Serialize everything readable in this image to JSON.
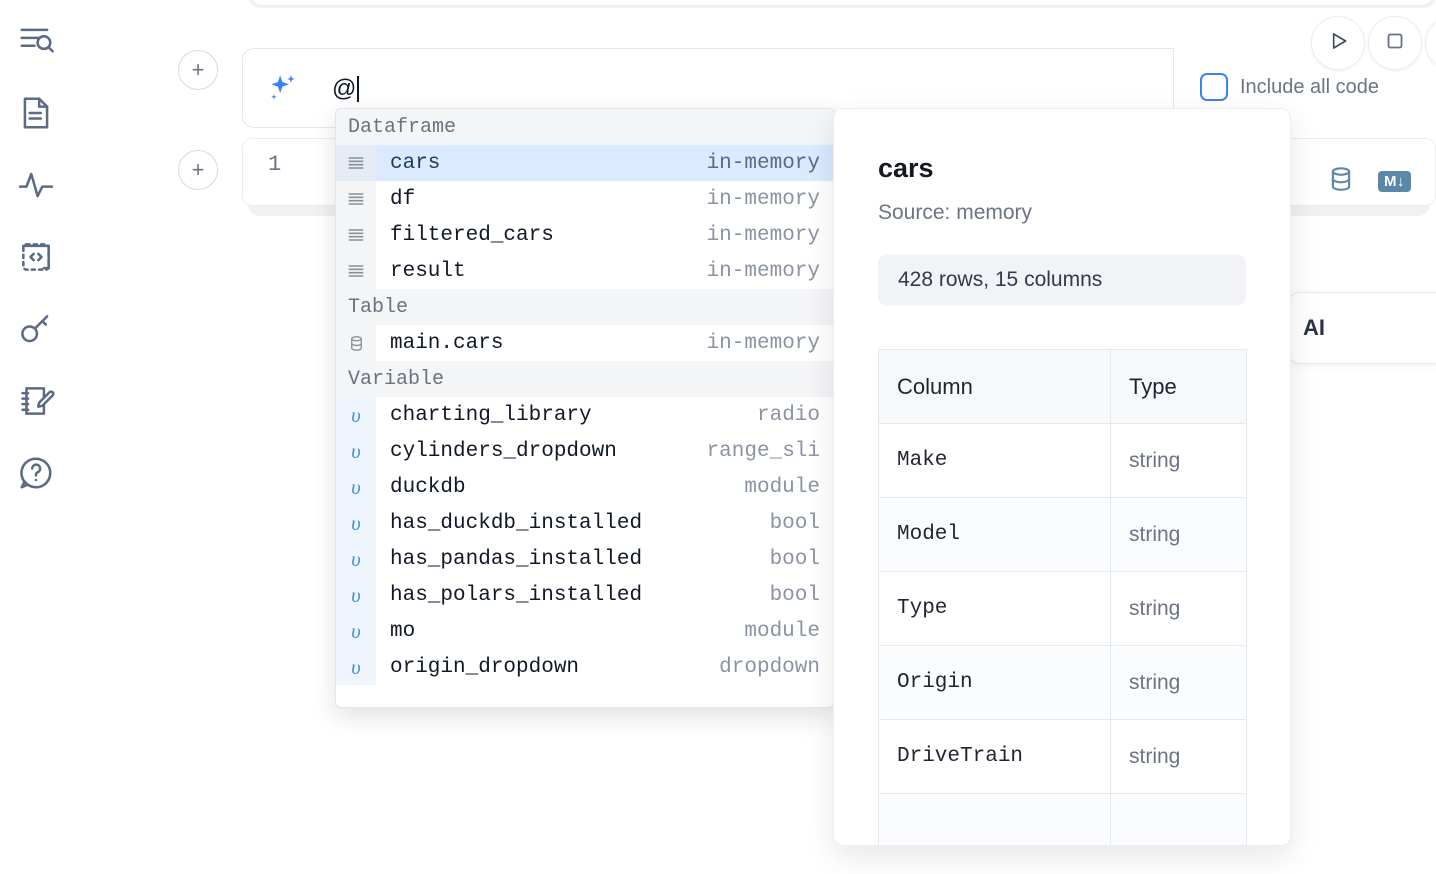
{
  "sidebar": {
    "items": [
      {
        "name": "explore-outline-icon",
        "label": "Explore"
      },
      {
        "name": "document-icon",
        "label": "Notebook"
      },
      {
        "name": "activity-pulse-icon",
        "label": "Runtime"
      },
      {
        "name": "code-brackets-icon",
        "label": "Snippets"
      },
      {
        "name": "key-icon",
        "label": "Secrets"
      },
      {
        "name": "notepad-pencil-icon",
        "label": "Scratchpad"
      },
      {
        "name": "help-chat-icon",
        "label": "Help"
      }
    ]
  },
  "prompt": {
    "sparkle_icon": "ai-sparkle-icon",
    "value": "@",
    "add_cell_label": "+"
  },
  "toolbar": {
    "run_label": "run-icon",
    "stop_label": "stop-icon",
    "include_all_code_label": "Include all code",
    "include_all_code_checked": false,
    "accent_color": "#3b82f6"
  },
  "cell": {
    "line_number": "1",
    "database_icon": "database-icon",
    "markdown_badge": "M",
    "markdown_arrow": "↓",
    "icon_color": "#5b87a8"
  },
  "ai_chip": {
    "label": "AI"
  },
  "autocomplete": {
    "groups": [
      {
        "label": "Dataframe",
        "icon": "dataframe-rows-icon",
        "kind": "dataframe",
        "items": [
          {
            "name": "cars",
            "type": "in-memory",
            "selected": true
          },
          {
            "name": "df",
            "type": "in-memory",
            "selected": false
          },
          {
            "name": "filtered_cars",
            "type": "in-memory",
            "selected": false
          },
          {
            "name": "result",
            "type": "in-memory",
            "selected": false
          }
        ]
      },
      {
        "label": "Table",
        "icon": "database-icon",
        "kind": "table",
        "items": [
          {
            "name": "main.cars",
            "type": "in-memory",
            "selected": false
          }
        ]
      },
      {
        "label": "Variable",
        "icon": "variable-upsilon-icon",
        "kind": "variable",
        "items": [
          {
            "name": "charting_library",
            "type": "radio",
            "selected": false
          },
          {
            "name": "cylinders_dropdown",
            "type": "range_sli",
            "selected": false
          },
          {
            "name": "duckdb",
            "type": "module",
            "selected": false
          },
          {
            "name": "has_duckdb_installed",
            "type": "bool",
            "selected": false
          },
          {
            "name": "has_pandas_installed",
            "type": "bool",
            "selected": false
          },
          {
            "name": "has_polars_installed",
            "type": "bool",
            "selected": false
          },
          {
            "name": "mo",
            "type": "module",
            "selected": false
          },
          {
            "name": "origin_dropdown",
            "type": "dropdown",
            "selected": false
          }
        ]
      }
    ]
  },
  "detail": {
    "title": "cars",
    "source": "Source: memory",
    "stats": "428 rows, 15 columns",
    "columns_header": "Column",
    "type_header": "Type",
    "rows": [
      {
        "column": "Make",
        "type": "string"
      },
      {
        "column": "Model",
        "type": "string"
      },
      {
        "column": "Type",
        "type": "string"
      },
      {
        "column": "Origin",
        "type": "string"
      },
      {
        "column": "DriveTrain",
        "type": "string"
      }
    ]
  }
}
